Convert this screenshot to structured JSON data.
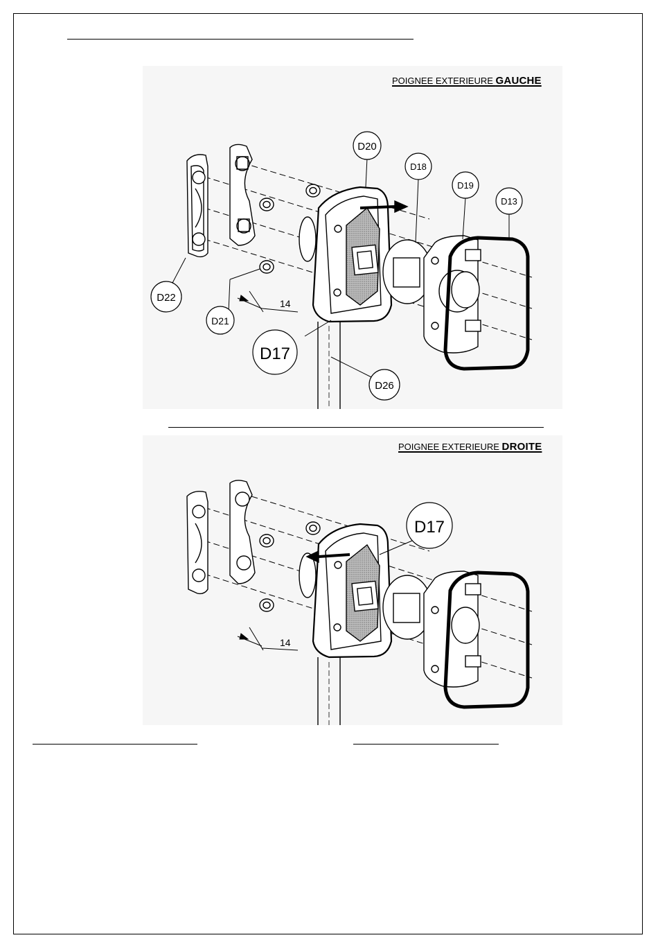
{
  "top_section": {
    "heading_prefix": "POIGNEE EXTERIEURE ",
    "heading_side": "GAUCHE",
    "callouts": {
      "d20": "D20",
      "d18": "D18",
      "d19": "D19",
      "d13": "D13",
      "d22": "D22",
      "d21": "D21",
      "d17": "D17",
      "d26": "D26"
    },
    "dimension": "14"
  },
  "bottom_section": {
    "heading_prefix": "POIGNEE EXTERIEURE ",
    "heading_side": "DROITE",
    "callouts": {
      "d17": "D17"
    },
    "dimension": "14"
  },
  "colors": {
    "ink": "#000000",
    "hatch": "#9a9a9a",
    "panel": "#f6f6f6"
  }
}
